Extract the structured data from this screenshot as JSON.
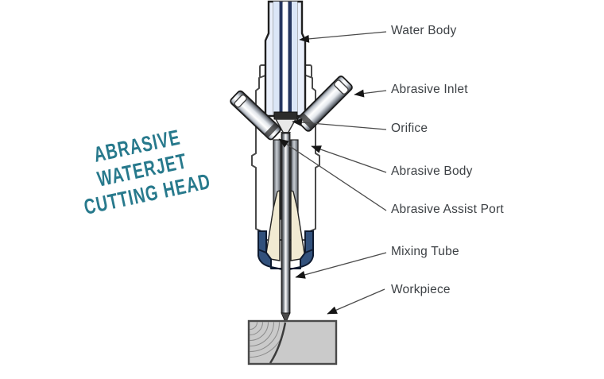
{
  "title": {
    "line1": "ABRASIVE WATERJET",
    "line2": "CUTTING HEAD"
  },
  "diagram": {
    "subject": "abrasive-waterjet-cutting-head-cutaway",
    "labels": [
      {
        "id": "water-body",
        "text": "Water Body"
      },
      {
        "id": "abrasive-inlet",
        "text": "Abrasive Inlet"
      },
      {
        "id": "orifice",
        "text": "Orifice"
      },
      {
        "id": "abrasive-body",
        "text": "Abrasive Body"
      },
      {
        "id": "abrasive-assist-port",
        "text": "Abrasive Assist Port"
      },
      {
        "id": "mixing-tube",
        "text": "Mixing Tube"
      },
      {
        "id": "workpiece",
        "text": "Workpiece"
      }
    ]
  },
  "colors": {
    "title_teal": "#27798c",
    "label_text": "#3d4145",
    "leader_line": "#4a4a4a",
    "tube_lightblue": "#e9effb",
    "stripe_navy": "#26365f",
    "collar_navy": "#32517c",
    "funnel_cream": "#f1ead2",
    "workpiece_gray": "#cacaca"
  }
}
